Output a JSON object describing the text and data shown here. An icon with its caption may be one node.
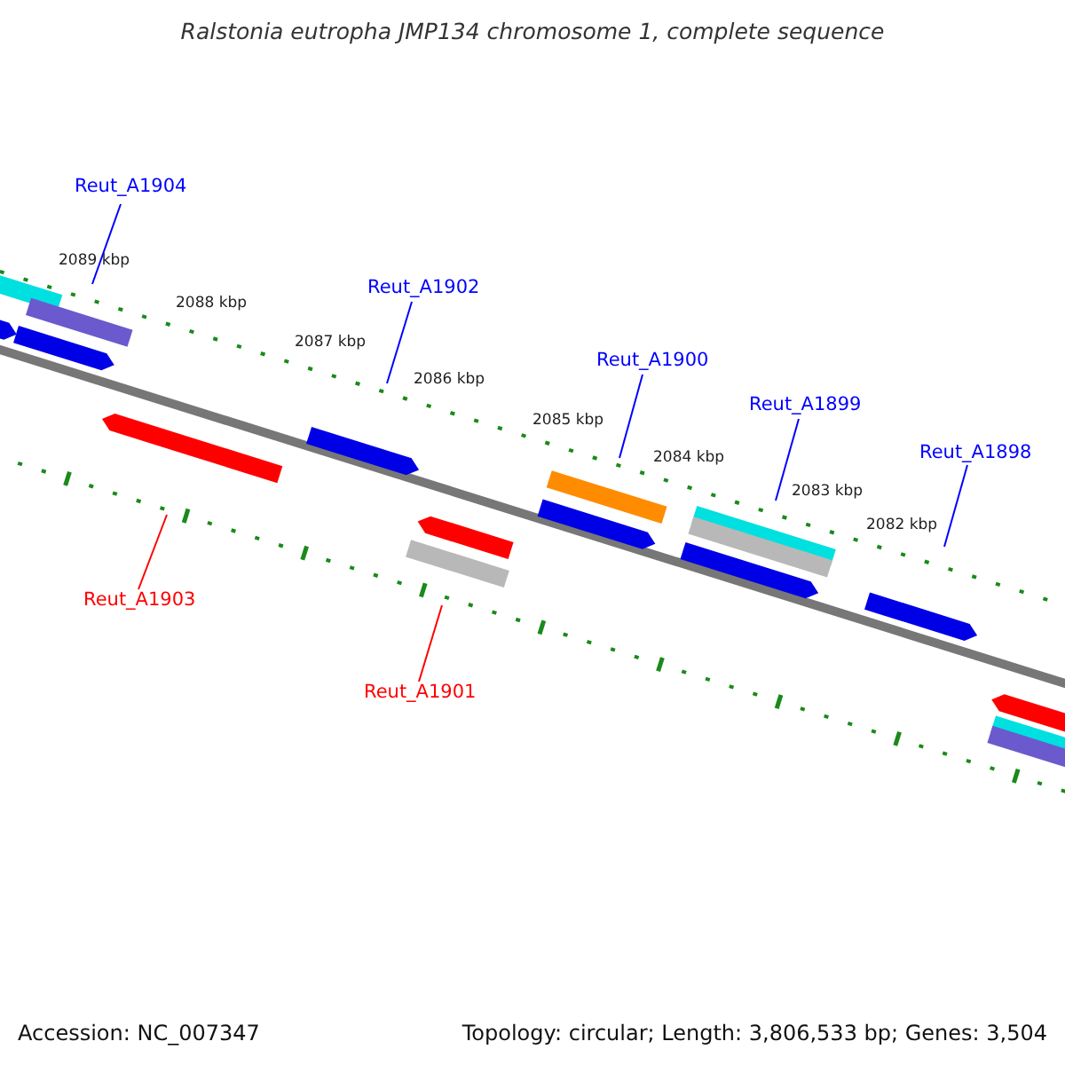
{
  "diagram": {
    "title": "Ralstonia eutropha JMP134 chromosome 1, complete sequence",
    "nodes": [
      {
        "text": [
          "Reut_A1904"
        ]
      },
      {
        "text": [
          "Reut_A1902"
        ]
      },
      {
        "text": [
          "Reut_A1900"
        ]
      },
      {
        "text": [
          "Reut_A1899"
        ]
      },
      {
        "text": [
          "Reut_A1898"
        ]
      },
      {
        "text": [
          "Reut_A1903"
        ]
      },
      {
        "text": [
          "Reut_A1901"
        ]
      }
    ],
    "edges": [
      {
        "from": 0,
        "to": null,
        "arrow": "none"
      },
      {
        "from": 1,
        "to": null,
        "arrow": "none"
      },
      {
        "from": 2,
        "to": null,
        "arrow": "none"
      },
      {
        "from": 3,
        "to": null,
        "arrow": "none"
      },
      {
        "from": 4,
        "to": null,
        "arrow": "none"
      },
      {
        "from": 5,
        "to": null,
        "arrow": "none",
        "color": "#ff0000"
      },
      {
        "from": 6,
        "to": null,
        "arrow": "none",
        "color": "#ff0000"
      }
    ],
    "labels": [
      "2089 kbp",
      "2088 kbp",
      "2087 kbp",
      "2086 kbp",
      "2085 kbp",
      "2084 kbp",
      "2083 kbp",
      "2082 kbp",
      "Accession: NC_007347",
      "Topology: circular; Length: 3,806,533 bp; Genes: 3,504"
    ]
  }
}
